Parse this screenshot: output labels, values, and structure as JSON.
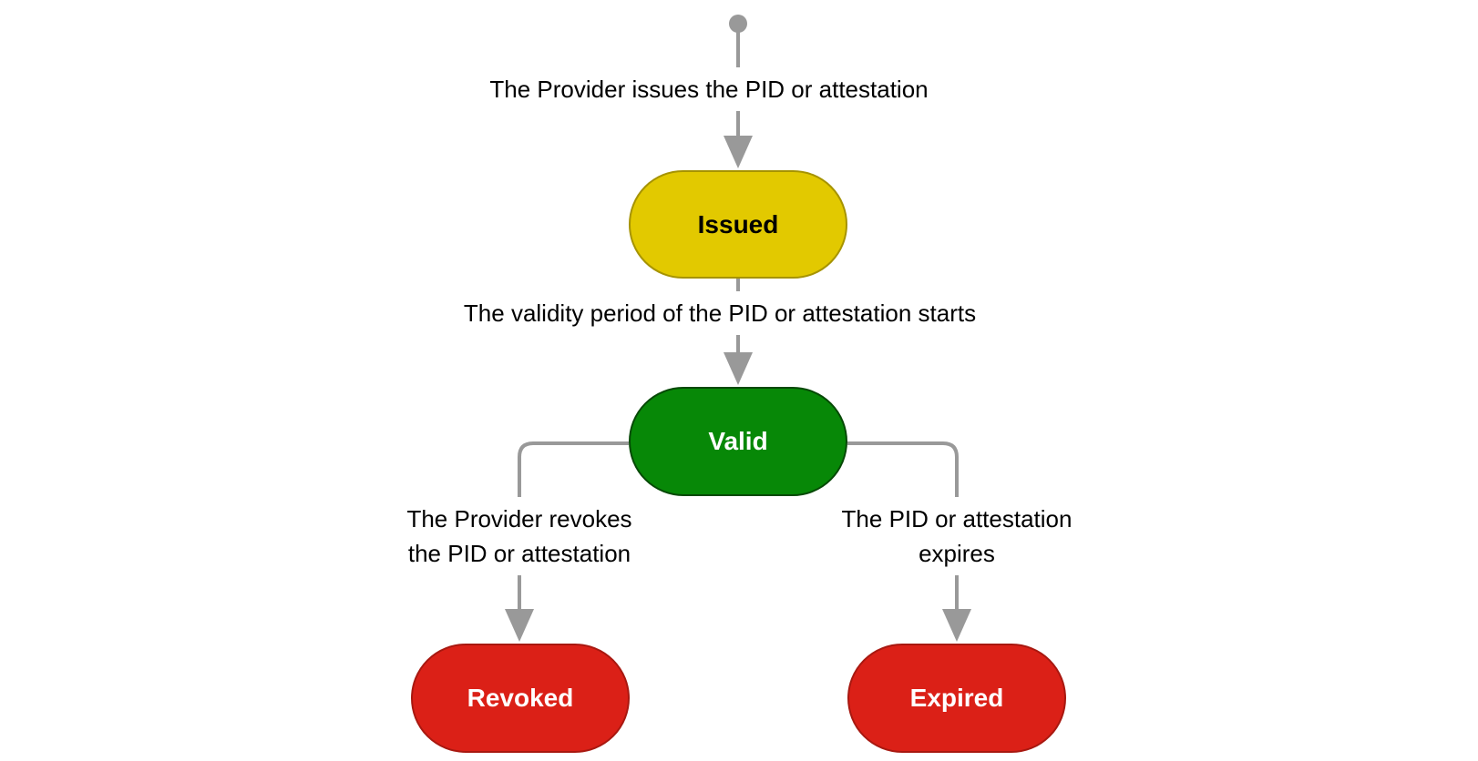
{
  "diagram": {
    "type": "state-diagram",
    "subject": "PID or attestation lifecycle",
    "colors": {
      "background": "#ffffff",
      "connector": "#999999",
      "issued_fill": "#E2C900",
      "issued_border": "#A69300",
      "valid_fill": "#078807",
      "valid_border": "#064906",
      "terminal_fill": "#DB2017",
      "terminal_border": "#A81810",
      "node_text_dark": "#000000",
      "node_text_light": "#FFFFFF",
      "label_text": "#000000"
    },
    "start": {
      "shape": "initial-state-dot"
    },
    "states": [
      {
        "id": "issued",
        "label": "Issued"
      },
      {
        "id": "valid",
        "label": "Valid"
      },
      {
        "id": "revoked",
        "label": "Revoked"
      },
      {
        "id": "expired",
        "label": "Expired"
      }
    ],
    "transitions": [
      {
        "from": "start",
        "to": "issued",
        "label": "The Provider issues the PID or attestation"
      },
      {
        "from": "issued",
        "to": "valid",
        "label": "The validity period of the PID or attestation starts"
      },
      {
        "from": "valid",
        "to": "revoked",
        "label_line1": "The Provider revokes",
        "label_line2": "the PID or attestation"
      },
      {
        "from": "valid",
        "to": "expired",
        "label_line1": "The PID or attestation",
        "label_line2": "expires"
      }
    ]
  }
}
